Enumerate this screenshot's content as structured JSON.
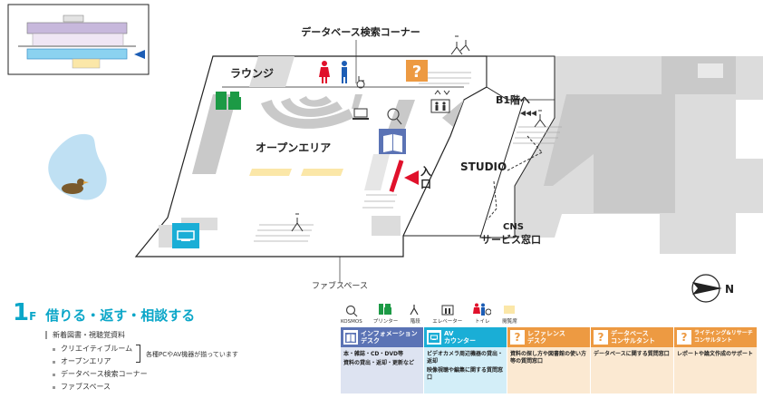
{
  "labels": {
    "database_corner": "データベース検索コーナー",
    "lounge": "ラウンジ",
    "open_area": "オープンエリア",
    "b1_stairs": "B1階へ",
    "studio": "STUDIO",
    "cns_line1": "CNS",
    "cns_line2": "サービス窓口",
    "entrance": "入口",
    "fab_space": "ファブスペース",
    "north": "N"
  },
  "floor": {
    "number": "1",
    "suffix": "F",
    "subtitle": "借りる・返す・相談する"
  },
  "materials": {
    "heading": "新着図書・視聴覚資料",
    "items": [
      "クリエイティブルーム",
      "オープンエリア",
      "データベース検索コーナー",
      "ファブスペース"
    ],
    "bracket_note": "各種PCやAV機器が揃っています"
  },
  "icon_legend": [
    {
      "icon": "search-icon",
      "label": "KOSMOS"
    },
    {
      "icon": "printer-icon",
      "label": "プリンター"
    },
    {
      "icon": "stairs-icon",
      "label": "階段"
    },
    {
      "icon": "elevator-icon",
      "label": "エレベーター"
    },
    {
      "icon": "restroom-icon",
      "label": "トイレ"
    },
    {
      "icon": "reading-seat-icon",
      "label": "閲覧席"
    }
  ],
  "desks": [
    {
      "title_line1": "インフォメーション",
      "title_line2": "デスク",
      "color": "#5b73b5",
      "body_color": "#dde3f1",
      "icon": "book-icon",
      "body": [
        "本・雑誌・CD・DVD等",
        "資料の貸出・返却・更新など"
      ]
    },
    {
      "title_line1": "AV",
      "title_line2": "カウンター",
      "color": "#1aaed6",
      "body_color": "#d3eef8",
      "icon": "av-counter-icon",
      "body": [
        "ビデオカメラ周辺機器の貸出・返却",
        "映像視聴や編集に関する質問窓口"
      ]
    },
    {
      "title_line1": "レファレンス",
      "title_line2": "デスク",
      "color": "#ed9a42",
      "body_color": "#fbe9d2",
      "icon": "question-icon",
      "body": [
        "資料の探し方や図書館の使い方等の質問窓口"
      ]
    },
    {
      "title_line1": "データベース",
      "title_line2": "コンサルタント",
      "color": "#ed9a42",
      "body_color": "#fbe9d2",
      "icon": "question-icon",
      "body": [
        "データベースに関する質問窓口"
      ]
    },
    {
      "title_line1": "ライティング&リサーチ",
      "title_line2": "コンサルタント",
      "color": "#ed9a42",
      "body_color": "#fbe9d2",
      "icon": "question-icon",
      "body": [
        "レポートや論文作成のサポート"
      ]
    }
  ],
  "colors": {
    "accent": "#0aa6c8",
    "info_blue": "#5b73b5",
    "av_blue": "#1aaed6",
    "ref_orange": "#ed9a42",
    "entrance_red": "#e0112b",
    "printer_green": "#1c9a45",
    "seat_yellow": "#fbe7a8",
    "wall_gray": "#c9c9c9"
  }
}
